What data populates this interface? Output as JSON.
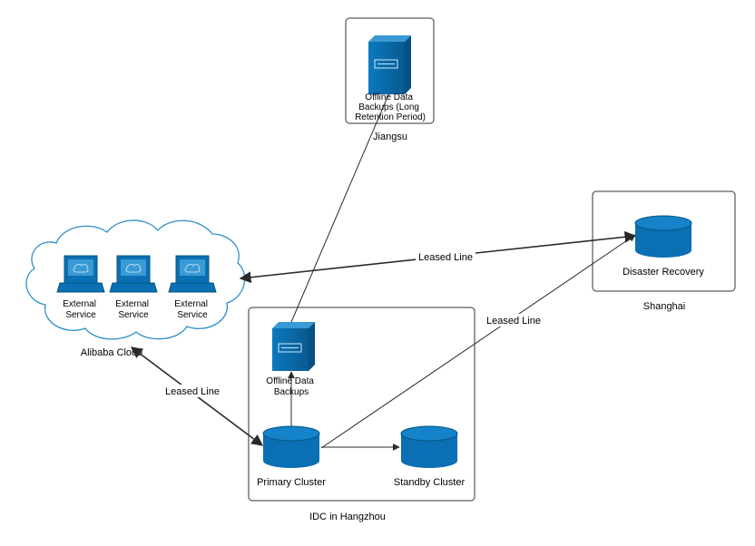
{
  "colors": {
    "accent": "#0a6fb3",
    "accent_dark": "#07557f",
    "cylinder_top": "#1483c9",
    "cloud_stroke": "#2e8fc8",
    "line": "#2a2a2a"
  },
  "containers": {
    "jiangsu": {
      "label": "Jiangsu"
    },
    "shanghai": {
      "label": "Shanghai"
    },
    "hangzhou": {
      "label": "IDC in Hangzhou"
    },
    "alibaba": {
      "label": "Alibaba Cloud"
    }
  },
  "nodes": {
    "offline_long": {
      "icon": "server-icon",
      "lines": [
        "Offline Data",
        "Backups (Long",
        "Retention Period)"
      ]
    },
    "disaster_recovery": {
      "icon": "database-icon",
      "label": "Disaster Recovery"
    },
    "offline": {
      "icon": "server-icon",
      "lines": [
        "Offline Data",
        "Backups"
      ]
    },
    "primary": {
      "icon": "database-icon",
      "label": "Primary Cluster"
    },
    "standby": {
      "icon": "database-icon",
      "label": "Standby Cluster"
    },
    "external_services": [
      {
        "icon": "computer-icon",
        "lines": [
          "External",
          "Service"
        ]
      },
      {
        "icon": "computer-icon",
        "lines": [
          "External",
          "Service"
        ]
      },
      {
        "icon": "computer-icon",
        "lines": [
          "External",
          "Service"
        ]
      }
    ]
  },
  "edges": {
    "dr_alibaba": {
      "label": "Leased Line"
    },
    "primary_dr": {
      "label": "Leased Line"
    },
    "alibaba_primary": {
      "label": "Leased Line"
    }
  }
}
